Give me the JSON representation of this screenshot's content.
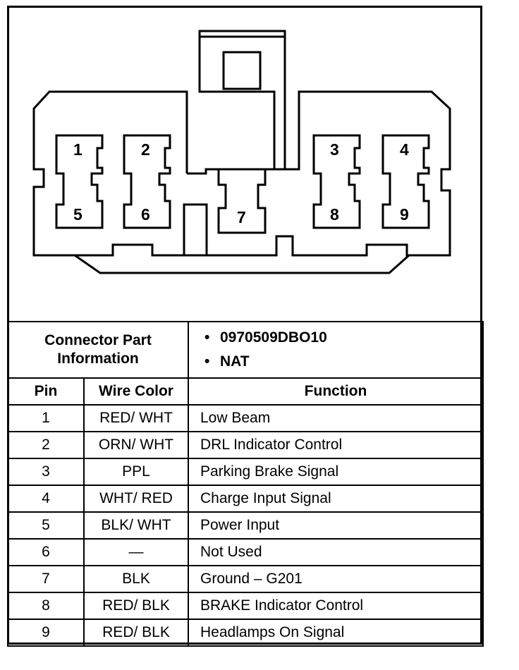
{
  "connector": {
    "pins": [
      "1",
      "2",
      "3",
      "4",
      "5",
      "6",
      "7",
      "8",
      "9"
    ]
  },
  "part_info": {
    "label_line1": "Connector Part",
    "label_line2": "Information",
    "items": [
      "0970509DBO10",
      "NAT"
    ]
  },
  "table": {
    "headers": {
      "pin": "Pin",
      "wire_color": "Wire Color",
      "function": "Function"
    },
    "rows": [
      {
        "pin": "1",
        "wire_color": "RED/ WHT",
        "function": "Low Beam"
      },
      {
        "pin": "2",
        "wire_color": "ORN/ WHT",
        "function": "DRL Indicator Control"
      },
      {
        "pin": "3",
        "wire_color": "PPL",
        "function": "Parking Brake Signal"
      },
      {
        "pin": "4",
        "wire_color": "WHT/ RED",
        "function": "Charge Input Signal"
      },
      {
        "pin": "5",
        "wire_color": "BLK/ WHT",
        "function": "Power Input"
      },
      {
        "pin": "6",
        "wire_color": "—",
        "function": "Not Used"
      },
      {
        "pin": "7",
        "wire_color": "BLK",
        "function": "Ground – G201"
      },
      {
        "pin": "8",
        "wire_color": "RED/ BLK",
        "function": "BRAKE Indicator Control"
      },
      {
        "pin": "9",
        "wire_color": "RED/ BLK",
        "function": "Headlamps On Signal"
      }
    ]
  }
}
